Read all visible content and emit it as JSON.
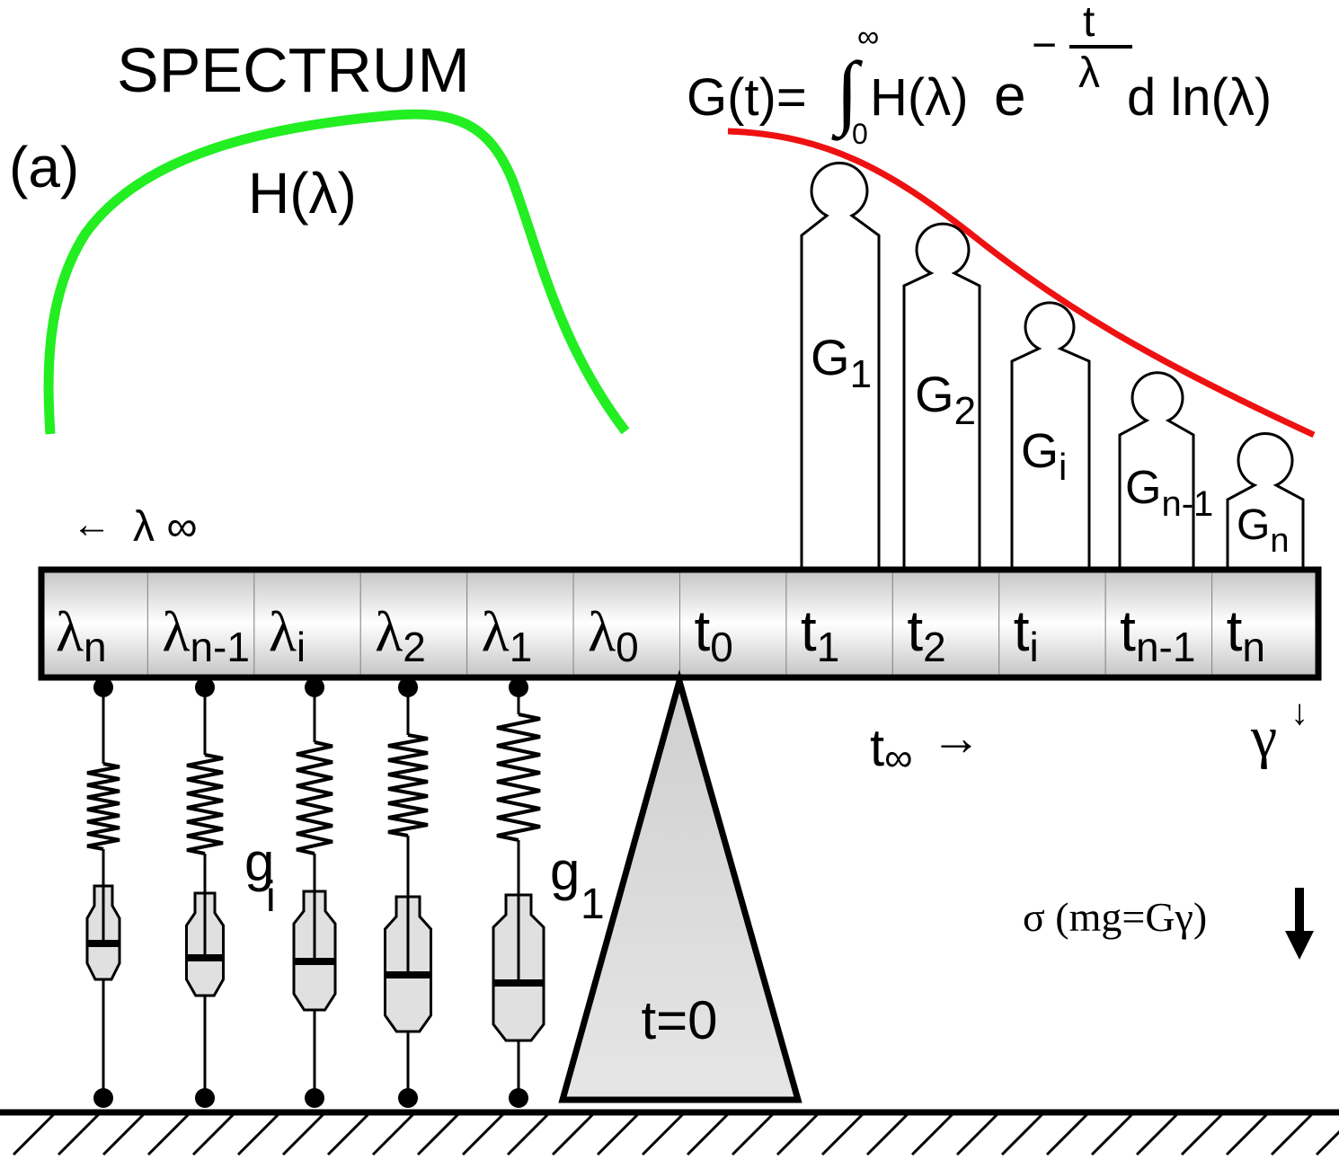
{
  "panel_label": "(a)",
  "spectrum_title": "SPECTRUM",
  "spectrum_curve_label": "H(λ)",
  "spectrum_curve_color": "#22ee22",
  "relaxation_curve_color": "#ee1111",
  "formula": {
    "lhs": "G(t)=",
    "integral": "∫",
    "upper_limit": "∞",
    "lower_limit": "0",
    "integrand": "H(λ)",
    "exp_base": "e",
    "exp_sign": "−",
    "exp_numerator": "t",
    "exp_denominator": "λ",
    "measure": "d ln(λ)"
  },
  "lambda_inf": {
    "arrow": "←",
    "label": "λ ∞"
  },
  "t_inf": {
    "label": "t",
    "sub": "∞",
    "arrow": "→"
  },
  "gamma": {
    "label": "γ",
    "arrow": "↓"
  },
  "sigma_label": "σ  (mg=Gγ)",
  "fulcrum_label": "t=0",
  "beam_cells": [
    {
      "base": "λ",
      "sub": "n"
    },
    {
      "base": "λ",
      "sub": "n-1"
    },
    {
      "base": "λ",
      "sub": "i"
    },
    {
      "base": "λ",
      "sub": "2"
    },
    {
      "base": "λ",
      "sub": "1"
    },
    {
      "base": "λ",
      "sub": "0"
    },
    {
      "base": "t",
      "sub": "0"
    },
    {
      "base": "t",
      "sub": "1"
    },
    {
      "base": "t",
      "sub": "2"
    },
    {
      "base": "t",
      "sub": "i"
    },
    {
      "base": "t",
      "sub": "n-1"
    },
    {
      "base": "t",
      "sub": "n"
    }
  ],
  "weights": [
    {
      "base": "G",
      "sub": "1"
    },
    {
      "base": "G",
      "sub": "2"
    },
    {
      "base": "G",
      "sub": "i"
    },
    {
      "base": "G",
      "sub": "n-1"
    },
    {
      "base": "G",
      "sub": "n"
    }
  ],
  "spring_labels": [
    {
      "base": "g",
      "sub": "i"
    },
    {
      "base": "g",
      "sub": "1"
    }
  ]
}
